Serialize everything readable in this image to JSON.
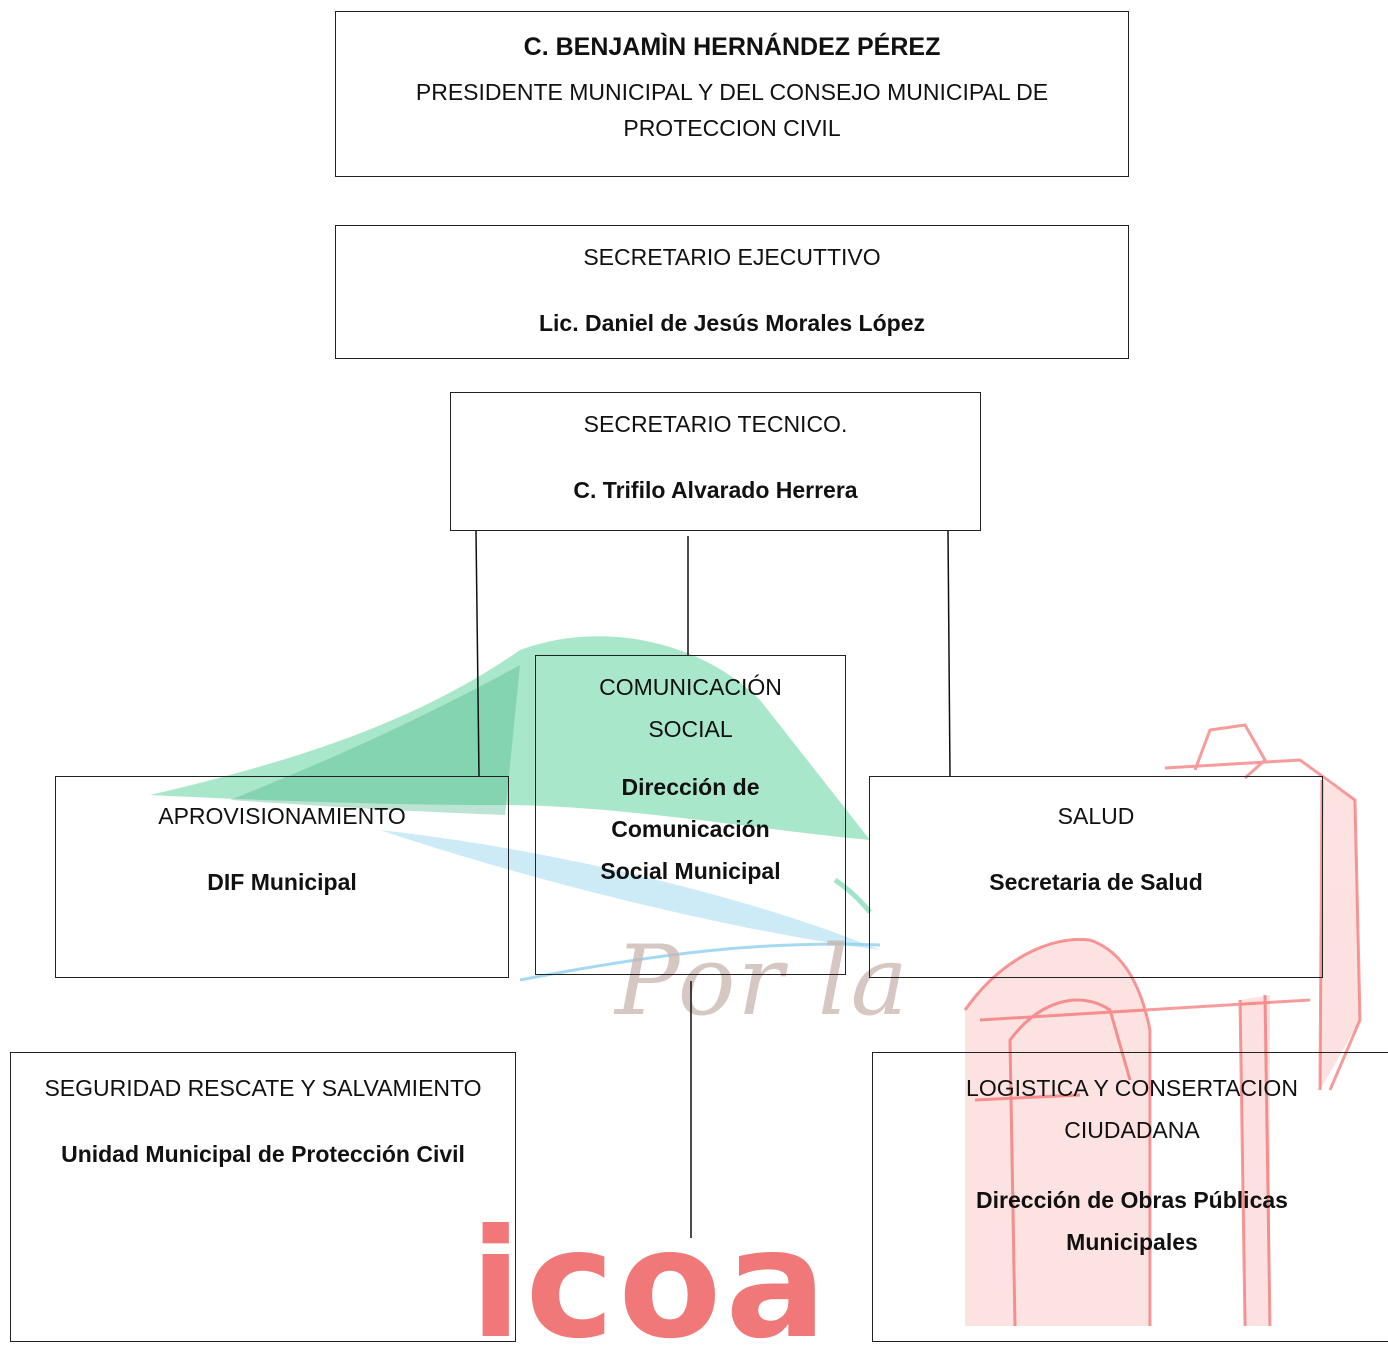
{
  "watermark": {
    "script_text": "Por la",
    "brand_text": "icoa",
    "colors": {
      "green": "#63d3a0",
      "teal": "#45b98a",
      "light_blue": "#bfe6f5",
      "red": "#f24a4a",
      "gray": "#b9a29c"
    }
  },
  "nodes": {
    "president": {
      "name": "C. BENJAMÌN HERNÁNDEZ PÉREZ",
      "role": "PRESIDENTE MUNICIPAL Y DEL CONSEJO MUNICIPAL DE PROTECCION CIVIL"
    },
    "exec_secretary": {
      "role": "SECRETARIO EJECUTTIVO",
      "name": "Lic. Daniel de Jesús Morales López"
    },
    "tech_secretary": {
      "role": "SECRETARIO TECNICO.",
      "name": "C. Trifilo Alvarado Herrera"
    },
    "provisioning": {
      "role": "APROVISIONAMIENTO",
      "name": "DIF Municipal"
    },
    "communication": {
      "role": "COMUNICACIÓN SOCIAL",
      "name": "Dirección de Comunicación Social Municipal"
    },
    "health": {
      "role": "SALUD",
      "name": "Secretaria de Salud"
    },
    "security": {
      "role": "SEGURIDAD RESCATE Y SALVAMIENTO",
      "name": "Unidad Municipal de Protección Civil"
    },
    "logistics": {
      "role": "LOGISTICA Y CONSERTACION CIUDADANA",
      "name": "Dirección de Obras Públicas Municipales"
    }
  }
}
